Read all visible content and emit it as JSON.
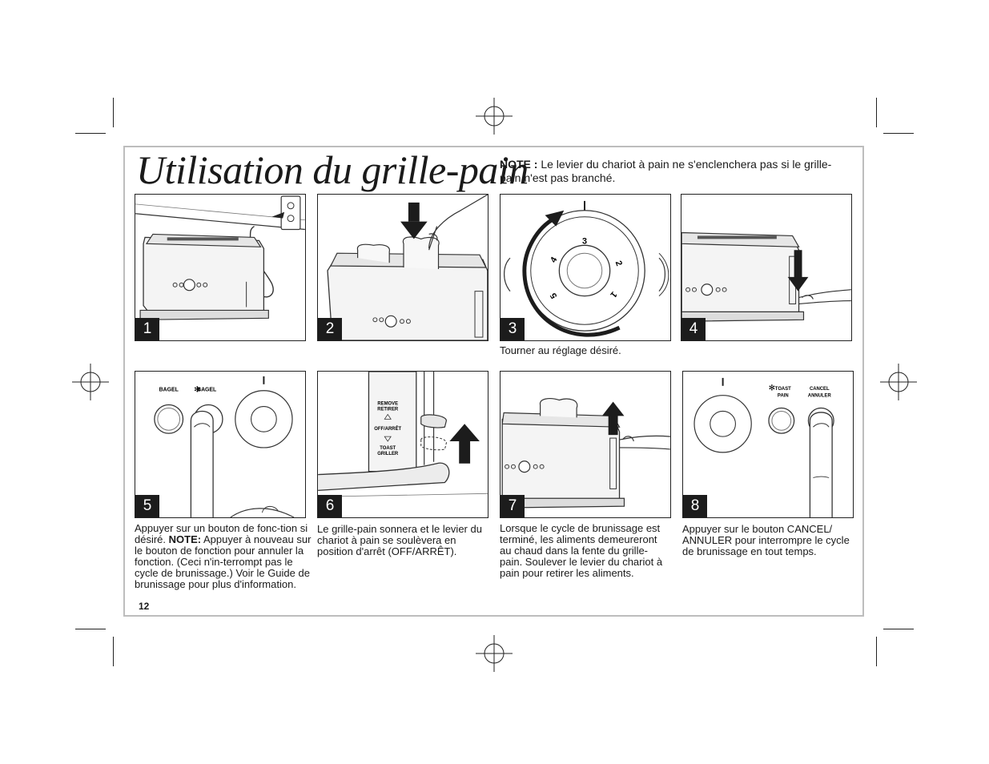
{
  "title": "Utilisation du grille-pain",
  "note": {
    "label": "NOTE :",
    "text": " Le levier du chariot à pain ne s'enclenchera pas si le grille-pain n'est pas branché."
  },
  "panels": [
    {
      "number": "1"
    },
    {
      "number": "2"
    },
    {
      "number": "3"
    },
    {
      "number": "4"
    },
    {
      "number": "5",
      "labels": {
        "bagel1": "BAGEL",
        "bagel2": "BAGEL"
      }
    },
    {
      "number": "6",
      "labels": {
        "remove": "REMOVE",
        "retirer": "RETIRER",
        "off": "OFF/ARRÊT",
        "toast": "TOAST",
        "griller": "GRILLER"
      }
    },
    {
      "number": "7"
    },
    {
      "number": "8",
      "labels": {
        "toast": "TOAST",
        "pain": "PAIN",
        "cancel": "CANCEL",
        "annuler": "ANNULER"
      }
    }
  ],
  "dial": {
    "marks": [
      "3",
      "2",
      "1",
      "4",
      "5"
    ]
  },
  "captions": {
    "c3": "Tourner au réglage désiré.",
    "c5_a": "Appuyer sur un bouton de fonc-tion si désiré. ",
    "c5_b": "NOTE:",
    "c5_c": " Appuyer à nouveau sur le bouton de fonction pour annuler la fonction. (Ceci n'in-terrompt pas le cycle de brunissage.) Voir le Guide de brunissage pour plus d'information.",
    "c6": "Le grille-pain sonnera et le levier du chariot à pain se soulèvera en position d'arrêt (OFF/ARRÊT).",
    "c7": "Lorsque le cycle de brunissage est terminé, les aliments demeureront au chaud dans la fente du grille-pain. Soulever le levier du chariot à pain pour retirer les aliments.",
    "c8": "Appuyer sur le bouton CANCEL/ ANNULER pour interrompre le cycle de brunissage en tout temps."
  },
  "page_number": "12"
}
